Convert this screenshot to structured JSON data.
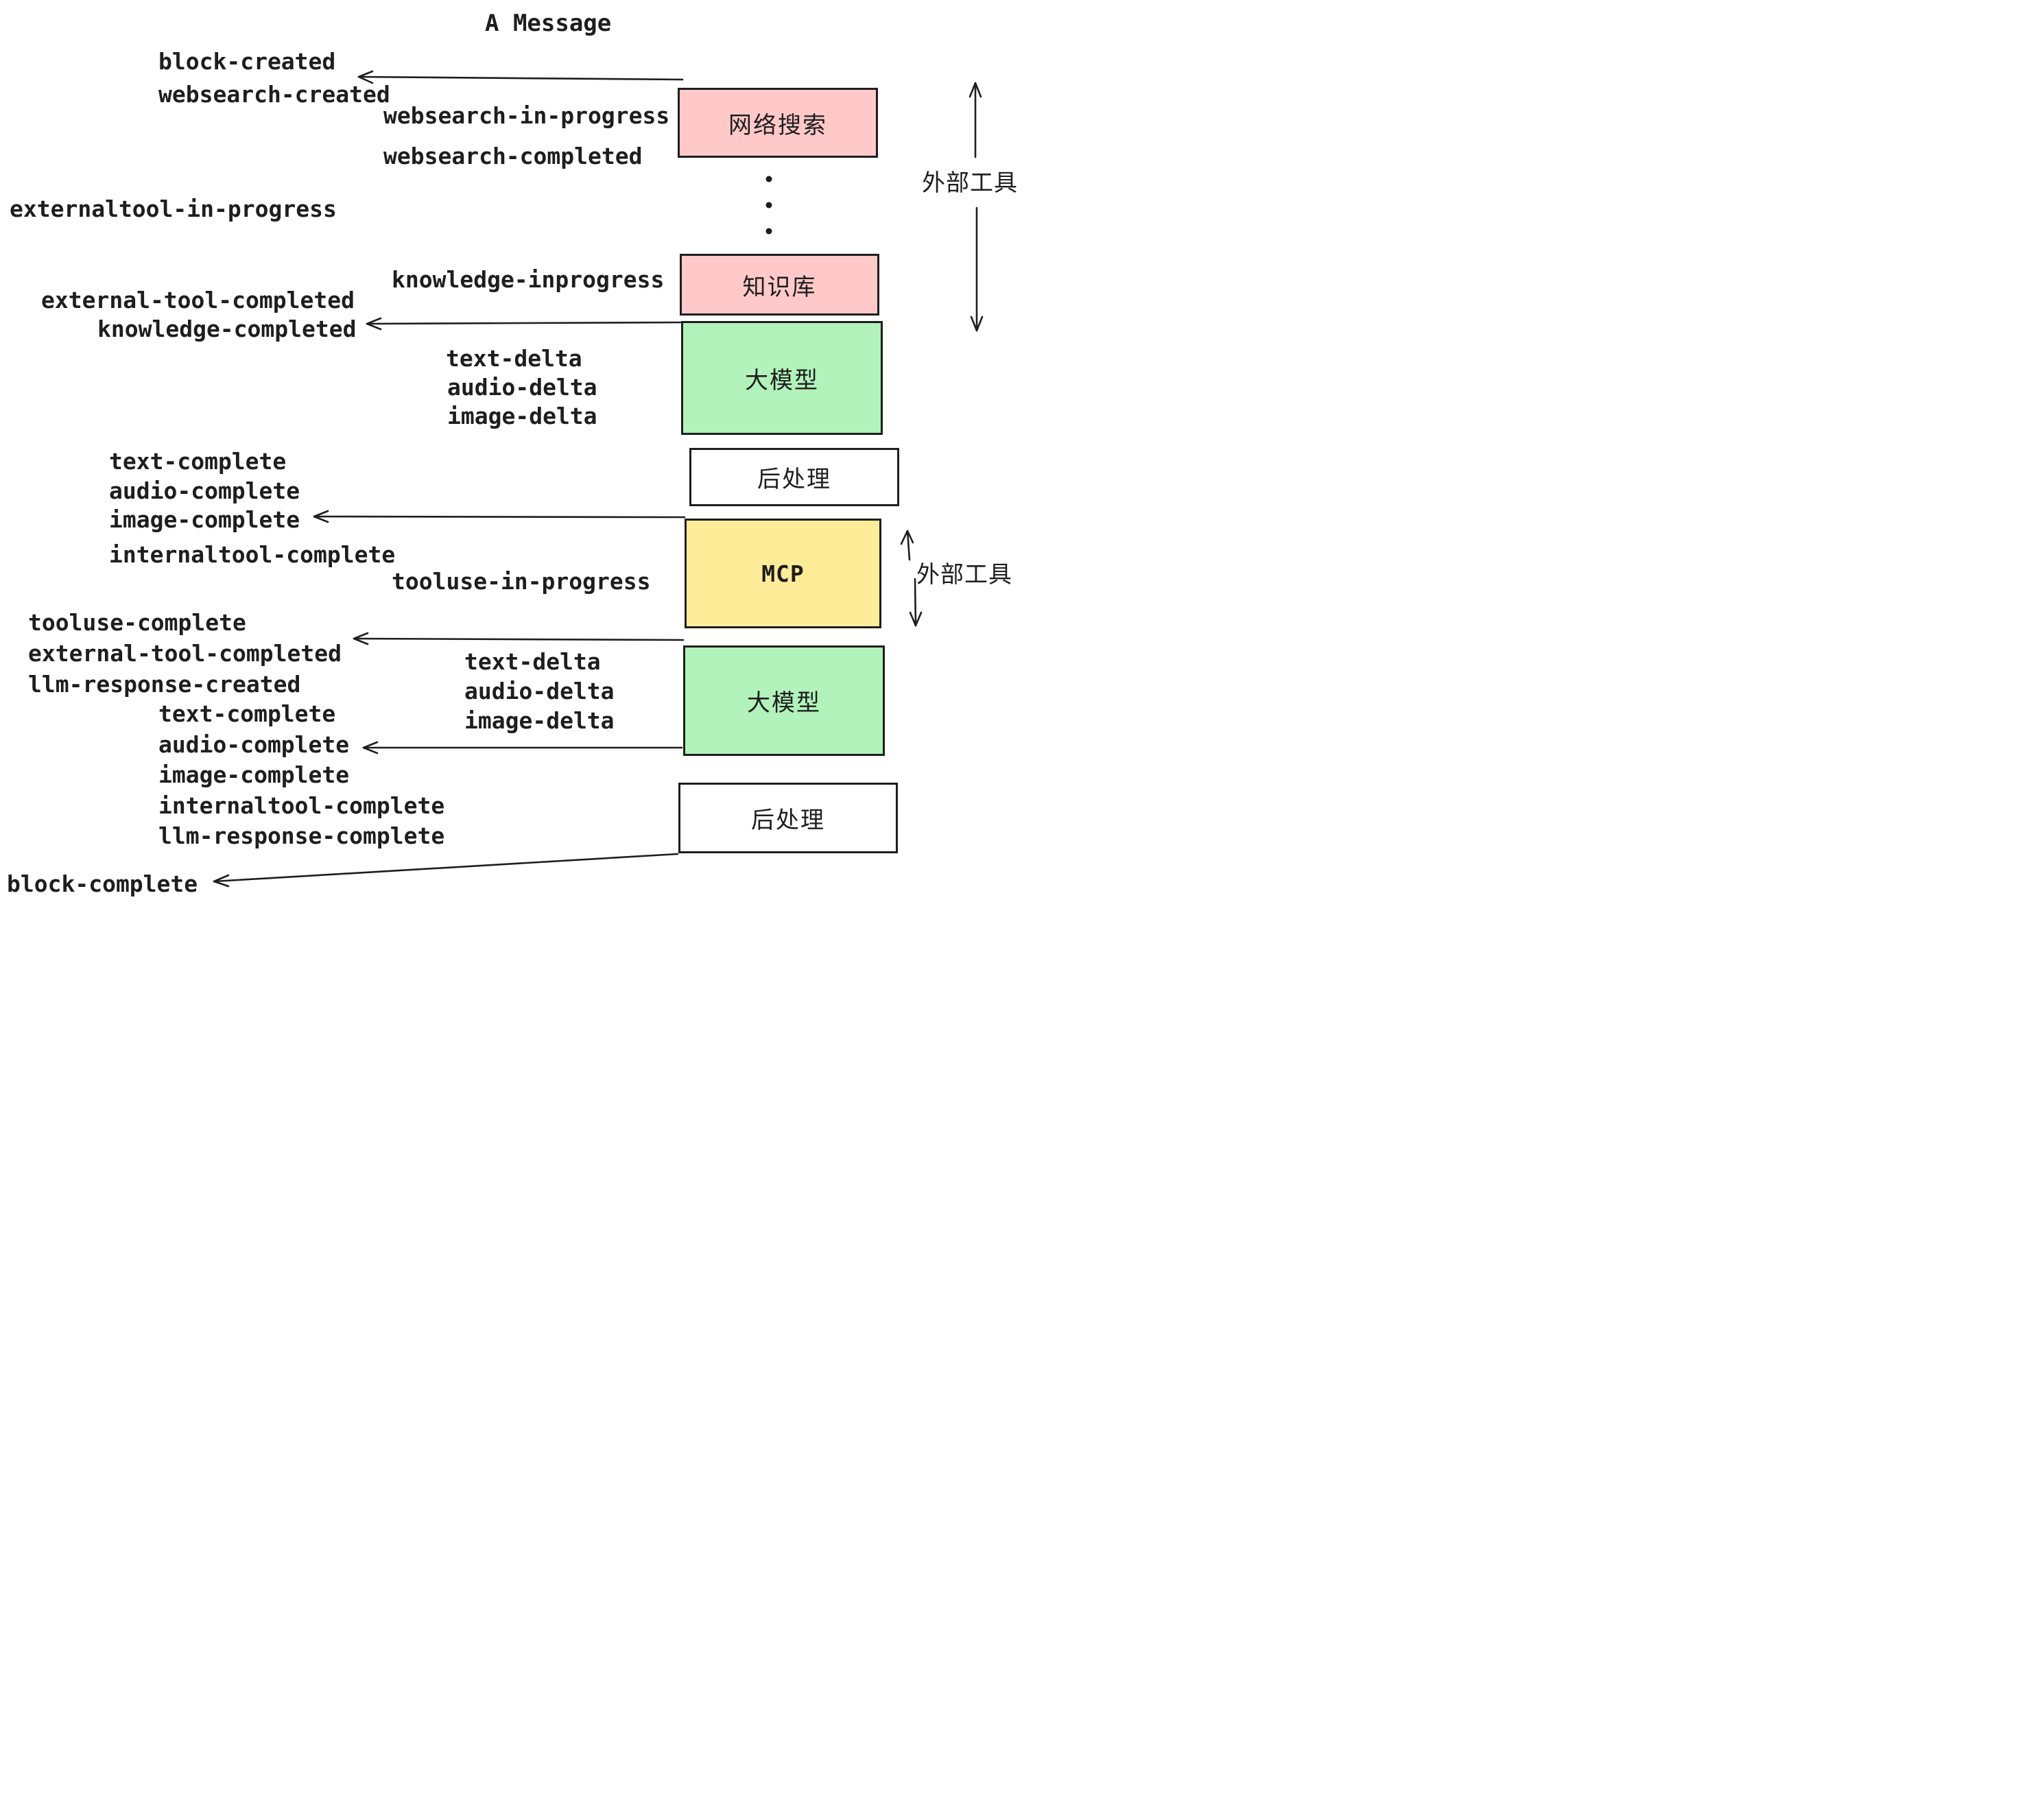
{
  "title": "A Message",
  "colors": {
    "background": "#ffffff",
    "stroke": "#1e1e1e",
    "box_pink": "#ffc9c9",
    "box_green": "#b2f2bb",
    "box_yellow": "#ffec99",
    "box_white": "#ffffff"
  },
  "events": [
    {
      "text": "block-created"
    },
    {
      "text": "websearch-created"
    },
    {
      "text": "websearch-in-progress"
    },
    {
      "text": "websearch-completed"
    },
    {
      "text": "externaltool-in-progress"
    },
    {
      "text": "knowledge-inprogress"
    },
    {
      "text": "external-tool-completed"
    },
    {
      "text": "knowledge-completed"
    },
    {
      "text": "text-delta"
    },
    {
      "text": "audio-delta"
    },
    {
      "text": "image-delta"
    },
    {
      "text": "text-complete"
    },
    {
      "text": "audio-complete"
    },
    {
      "text": "image-complete"
    },
    {
      "text": "internaltool-complete"
    },
    {
      "text": "tooluse-in-progress"
    },
    {
      "text": "tooluse-complete"
    },
    {
      "text": "external-tool-completed"
    },
    {
      "text": "llm-response-created"
    },
    {
      "text": "text-delta"
    },
    {
      "text": "audio-delta"
    },
    {
      "text": "image-delta"
    },
    {
      "text": "text-complete"
    },
    {
      "text": "audio-complete"
    },
    {
      "text": "image-complete"
    },
    {
      "text": "internaltool-complete"
    },
    {
      "text": "llm-response-complete"
    },
    {
      "text": "block-complete"
    }
  ],
  "boxes": {
    "websearch": {
      "label": "网络搜索",
      "fill": "#ffc9c9"
    },
    "knowledge": {
      "label": "知识库",
      "fill": "#ffc9c9"
    },
    "model1": {
      "label": "大模型",
      "fill": "#b2f2bb"
    },
    "post1": {
      "label": "后处理",
      "fill": "#ffffff"
    },
    "mcp": {
      "label": "MCP",
      "fill": "#ffec99"
    },
    "model2": {
      "label": "大模型",
      "fill": "#b2f2bb"
    },
    "post2": {
      "label": "后处理",
      "fill": "#ffffff"
    }
  },
  "side_labels": {
    "external_tools_top": "外部工具",
    "external_tools_mid": "外部工具"
  }
}
